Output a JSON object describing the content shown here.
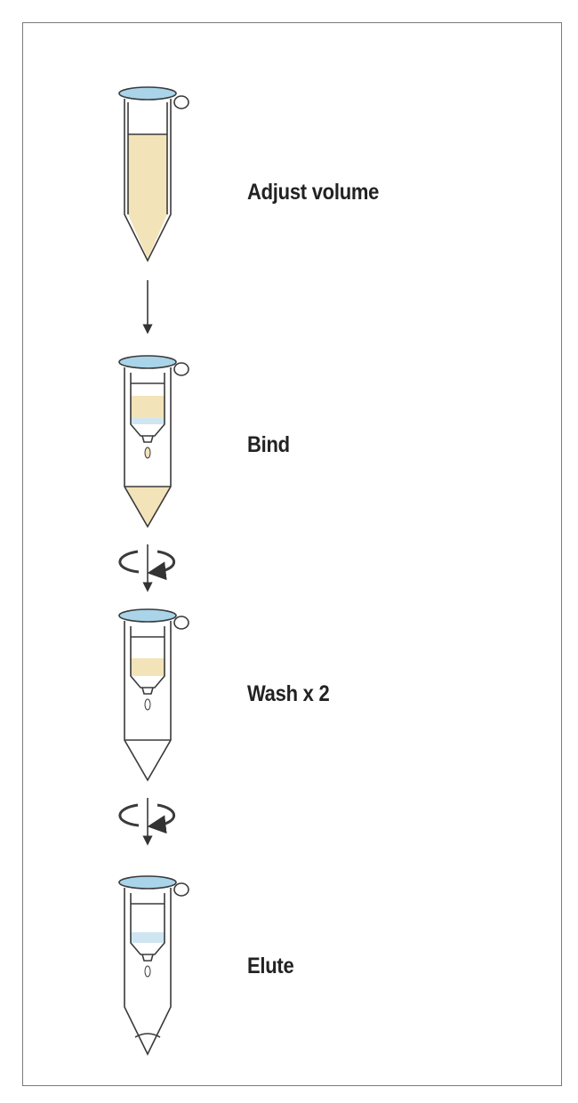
{
  "steps": [
    {
      "label": "Adjust volume"
    },
    {
      "label": "Bind"
    },
    {
      "label": "Wash x 2"
    },
    {
      "label": "Elute"
    }
  ],
  "colors": {
    "sample": "#f3e3b8",
    "cap": "#a9d4ea",
    "buffer": "#cfe6f2",
    "outline": "#3a3a3a"
  },
  "icons": [
    "down-arrow-icon",
    "centrifuge-spin-icon",
    "centrifuge-spin-icon"
  ]
}
